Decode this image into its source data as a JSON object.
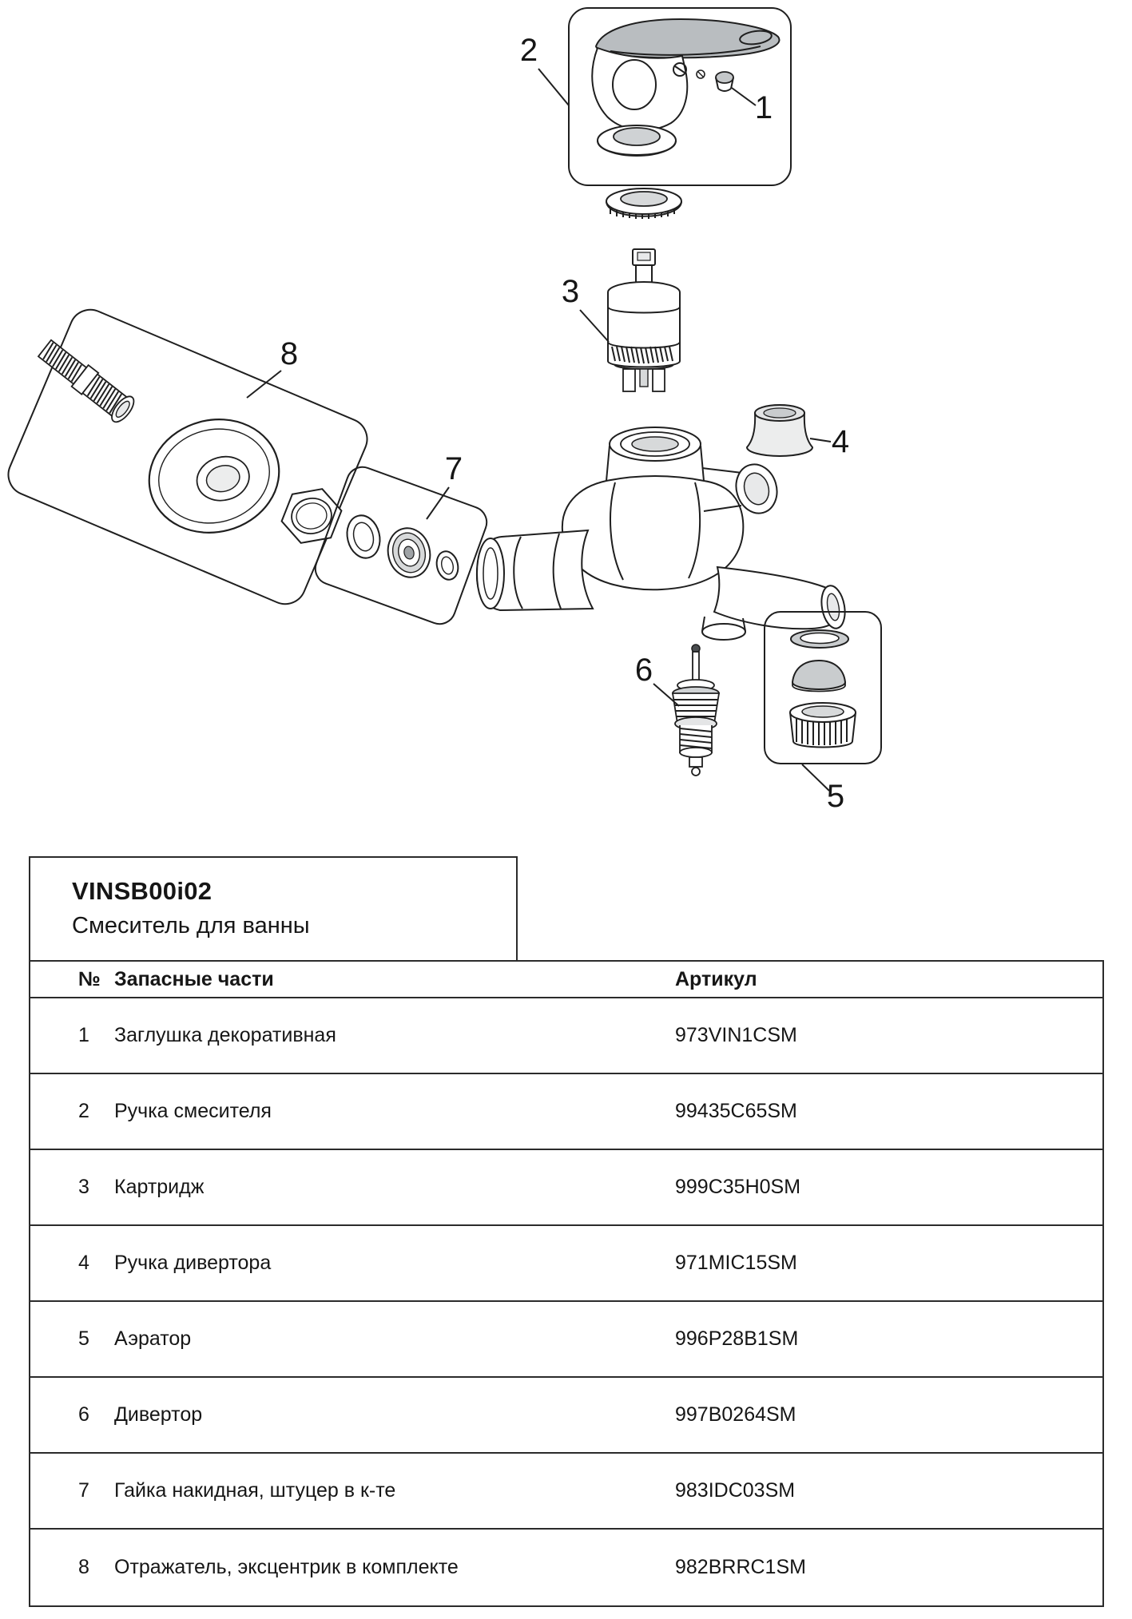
{
  "product": {
    "code": "VINSB00i02",
    "name": "Смеситель для ванны"
  },
  "table": {
    "headers": {
      "num": "№",
      "part": "Запасные части",
      "sku": "Артикул"
    },
    "rows": [
      {
        "num": "1",
        "name": "Заглушка декоративная",
        "sku": "973VIN1CSM"
      },
      {
        "num": "2",
        "name": "Ручка смесителя",
        "sku": "99435C65SM"
      },
      {
        "num": "3",
        "name": "Картридж",
        "sku": "999C35H0SM"
      },
      {
        "num": "4",
        "name": "Ручка дивертора",
        "sku": "971MIC15SM"
      },
      {
        "num": "5",
        "name": "Аэратор",
        "sku": "996P28B1SM"
      },
      {
        "num": "6",
        "name": "Дивертор",
        "sku": "997B0264SM"
      },
      {
        "num": "7",
        "name": "Гайка накидная, штуцер в к-те",
        "sku": "983IDC03SM"
      },
      {
        "num": "8",
        "name": "Отражатель, эксцентрик в комплекте",
        "sku": "982BRRC1SM"
      }
    ]
  },
  "callouts": {
    "c1": "1",
    "c2": "2",
    "c3": "3",
    "c4": "4",
    "c5": "5",
    "c6": "6",
    "c7": "7",
    "c8": "8"
  },
  "colors": {
    "line": "#1f1f1f",
    "shade": "#c4c7c9",
    "shade_light": "#e3e4e5",
    "border": "#2b2b2b"
  }
}
